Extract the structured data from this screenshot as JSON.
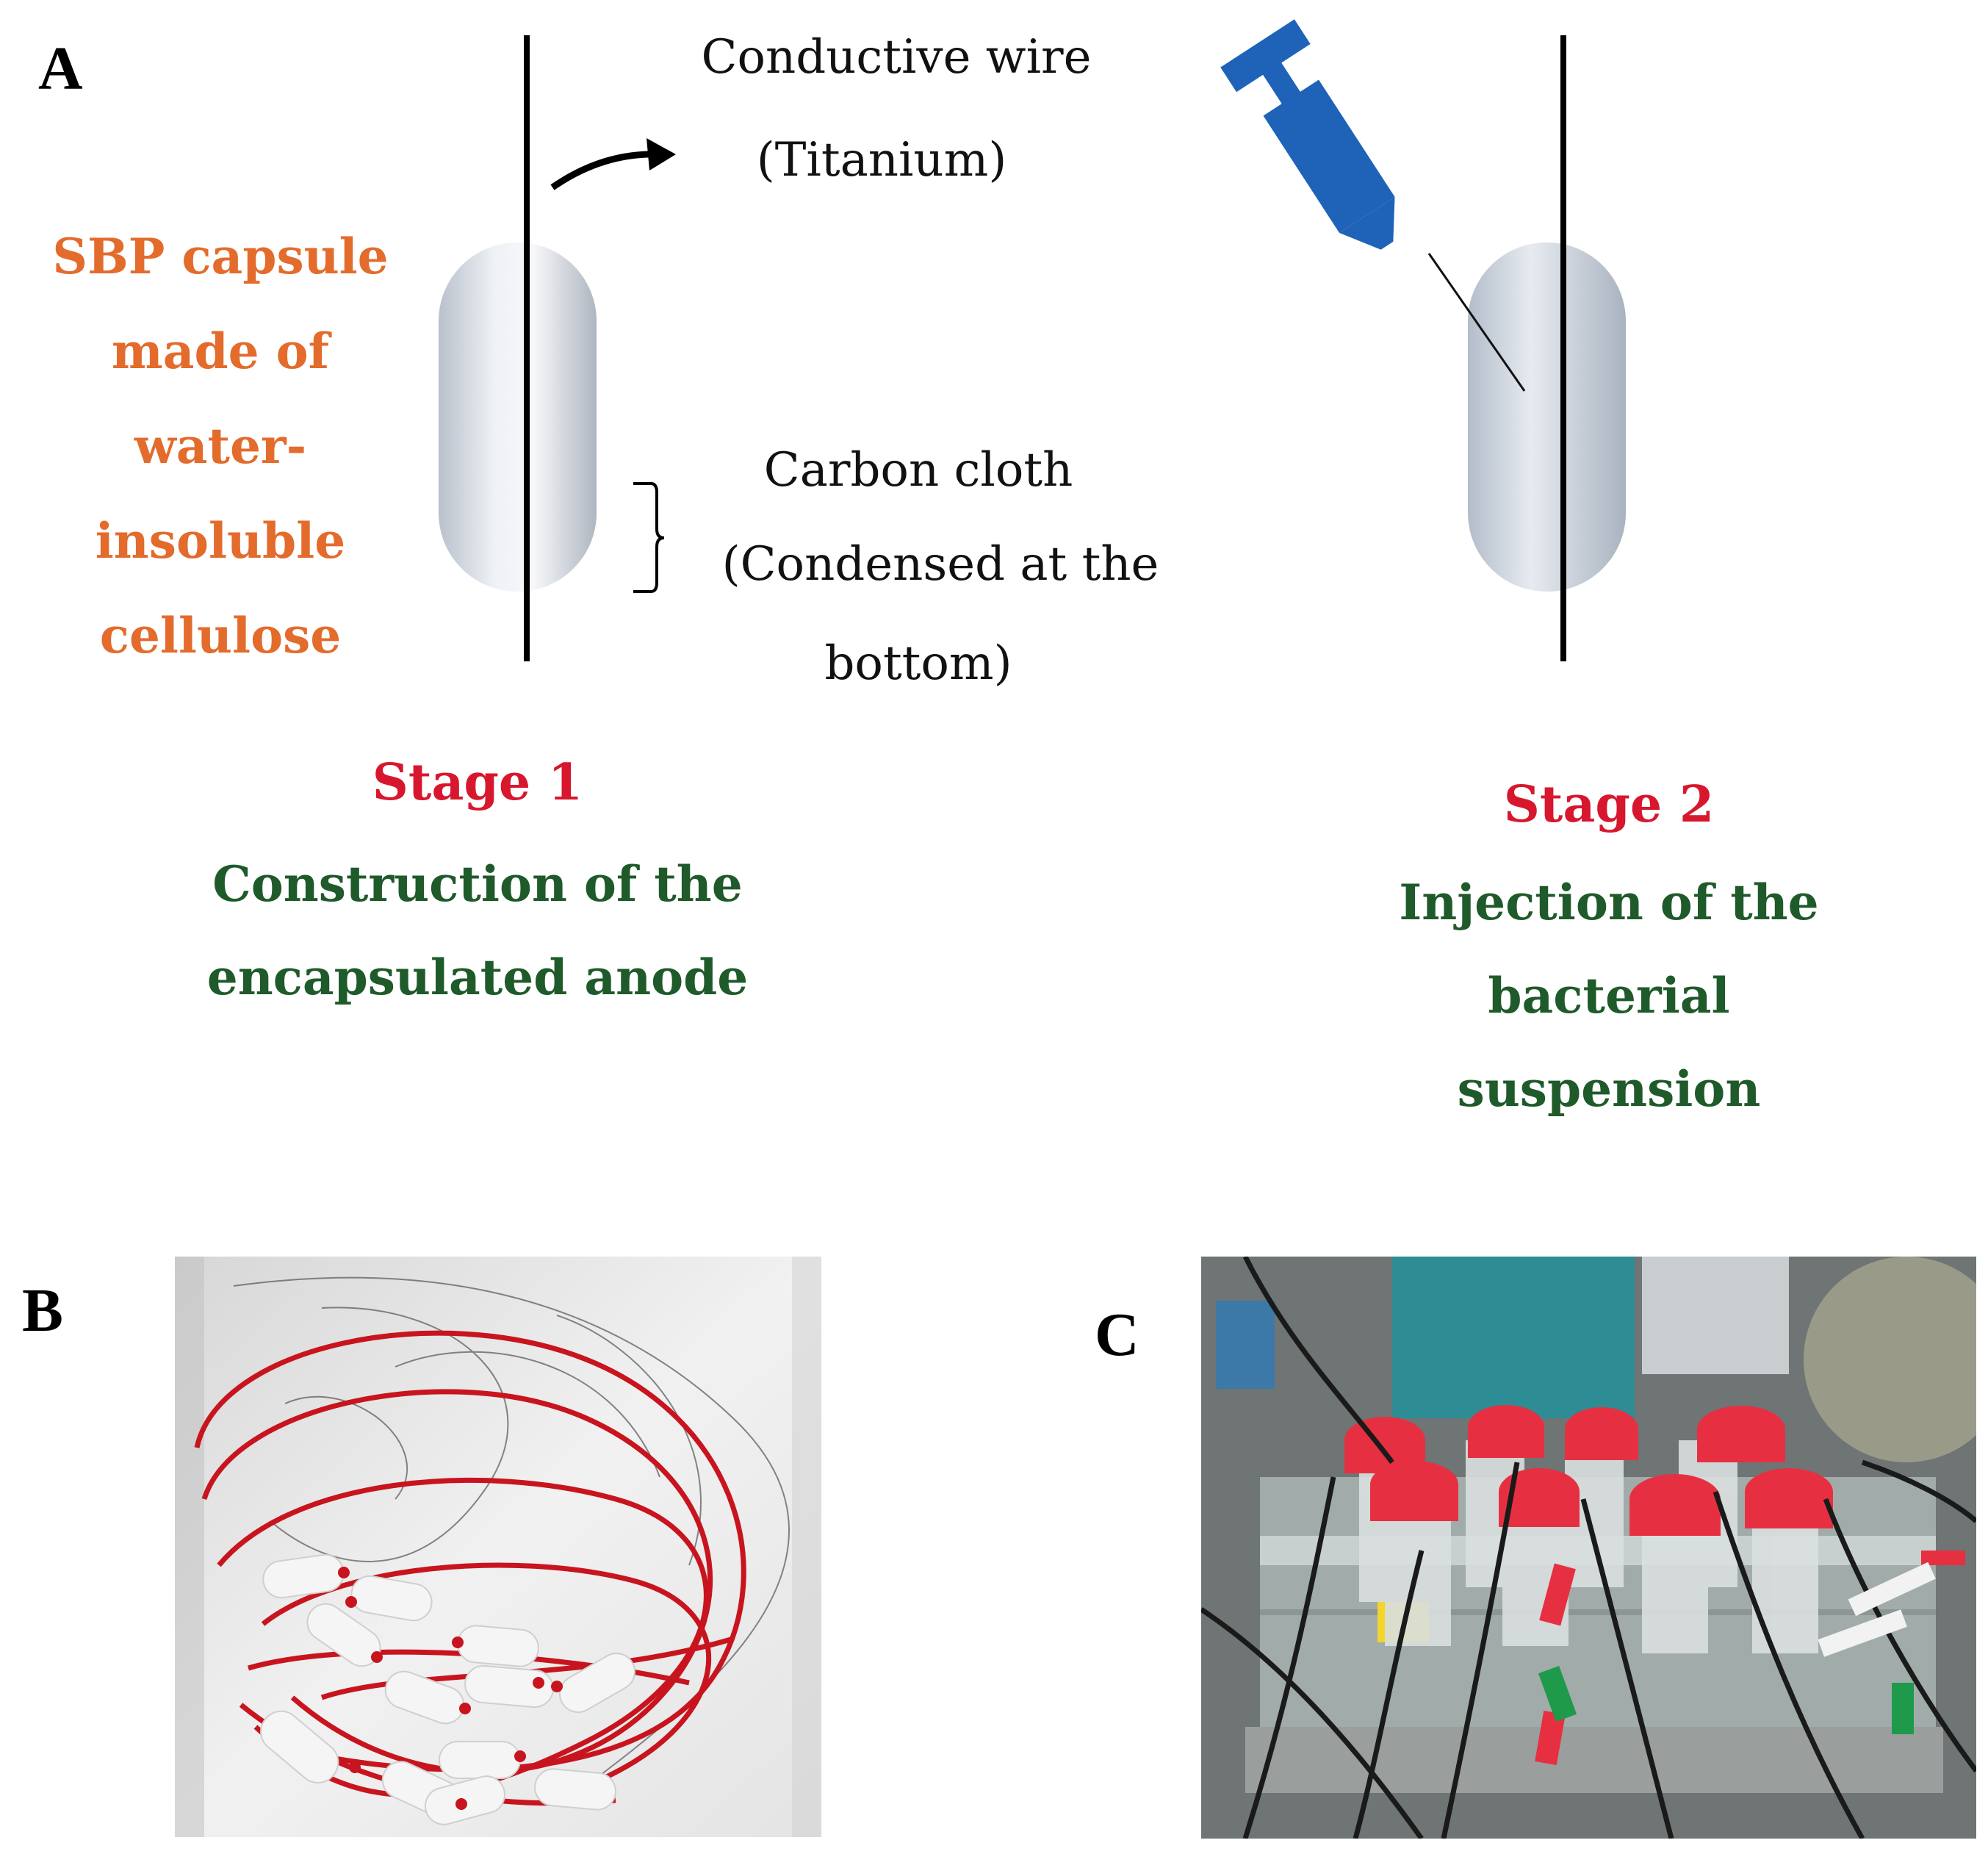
{
  "panels": {
    "a": "A",
    "b": "B",
    "c": "C"
  },
  "labels": {
    "wire_line1": "Conductive wire",
    "wire_line2": "(Titanium)",
    "cloth_line1": "Carbon cloth",
    "cloth_line2": "(Condensed at the",
    "cloth_line3": "bottom)"
  },
  "capsule_desc": [
    "SBP capsule",
    "made of",
    "water-",
    "insoluble",
    "cellulose"
  ],
  "stage1": {
    "title": "Stage 1",
    "desc": [
      "Construction of the",
      "encapsulated anode"
    ]
  },
  "stage2": {
    "title": "Stage 2",
    "desc": [
      "Injection of the",
      "bacterial",
      "suspension"
    ]
  },
  "colors": {
    "orange": "#e36b2c",
    "stage_red": "#d7172d",
    "green": "#1f5a2a",
    "syringe_blue": "#1f63b8",
    "wire_red": "#c8141e"
  },
  "icons": [
    "capsule-icon",
    "syringe-icon",
    "arrow-icon",
    "brace-icon"
  ]
}
